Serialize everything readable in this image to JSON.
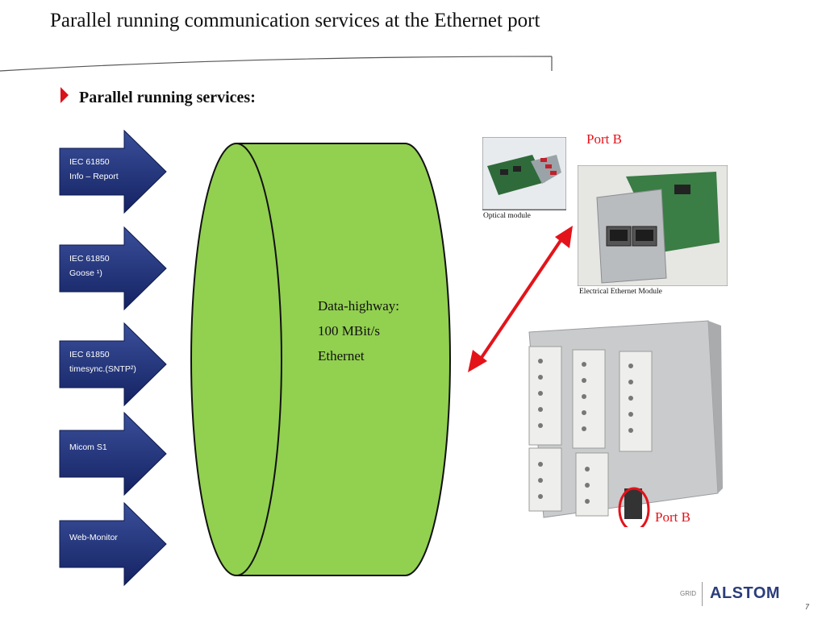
{
  "title": "Parallel running communication services at the Ethernet port",
  "bullet_heading": "Parallel running services:",
  "services": [
    {
      "line1": "IEC 61850",
      "line2": "Info – Report"
    },
    {
      "line1": "IEC 61850",
      "line2": "Goose ¹)"
    },
    {
      "line1": "IEC 61850",
      "line2": "timesync.(SNTP²)"
    },
    {
      "line1": "Micom S1",
      "line2": ""
    },
    {
      "line1": "Web-Monitor",
      "line2": ""
    }
  ],
  "data_highway": {
    "line1": "Data-highway:",
    "line2": "100 MBit/s",
    "line3": "Ethernet"
  },
  "port_b_top": "Port B",
  "port_b_bottom": "Port B",
  "optical_module_caption": "Optical module",
  "electrical_module_caption": "Electrical Ethernet Module",
  "footer": {
    "grid": "GRID",
    "logo": "ALSTOM"
  },
  "page_number": "7",
  "colors": {
    "arrow_blue": "#1f2f6e",
    "cylinder_green": "#92d050",
    "accent_red": "#e4131a"
  }
}
